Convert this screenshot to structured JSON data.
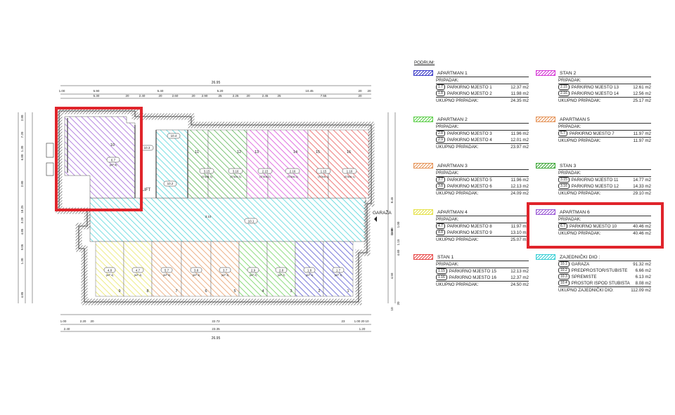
{
  "legend_title": "PODRUM:",
  "colors": {
    "apartman1": "#3b3bc8",
    "apartman2": "#5ecf4b",
    "apartman3": "#e6955a",
    "apartman4": "#e6e24a",
    "stan1": "#e84a4a",
    "stan2": "#d63bd6",
    "apartman5": "#e6955a",
    "stan3": "#3fa83a",
    "apartman6": "#9b5ad6",
    "zajednicki": "#3bd0d6",
    "highlight": "#e0242b"
  },
  "legend_left": [
    {
      "title": "APARTMAN 1",
      "color": "#3b3bc8",
      "label": "PRIPADAK:",
      "items": [
        {
          "tag": "1.7",
          "name": "PARKIRNO MJESTO 1",
          "area": "12.37 m2"
        },
        {
          "tag": "1.8",
          "name": "PARKIRNO MJESTO 2",
          "area": "11.98 m2"
        }
      ],
      "total_label": "UKUPNO PRIPADAK:",
      "total": "24.35 m2"
    },
    {
      "title": "APARTMAN 2",
      "color": "#5ecf4b",
      "label": "PRIPADAK:",
      "items": [
        {
          "tag": "2.8",
          "name": "PARKIRNO MJESTO 3",
          "area": "11.96 m2"
        },
        {
          "tag": "2.9",
          "name": "PARKIRNO MJESTO 4",
          "area": "12.01 m2"
        }
      ],
      "total_label": "UKUPNO PRIPADAK:",
      "total": "23.97 m2"
    },
    {
      "title": "APARTMAN 3",
      "color": "#e6955a",
      "label": "PRIPADAK:",
      "items": [
        {
          "tag": "3.7",
          "name": "PARKIRNO MJESTO 5",
          "area": "11.96 m2"
        },
        {
          "tag": "3.8",
          "name": "PARKIRNO MJESTO 6",
          "area": "12.13 m2"
        }
      ],
      "total_label": "UKUPNO PRIPADAK:",
      "total": "24.09 m2"
    },
    {
      "title": "APARTMAN 4",
      "color": "#e6e24a",
      "label": "PRIPADAK:",
      "items": [
        {
          "tag": "4.7",
          "name": "PARKIRNO MJESTO 8",
          "area": "11.97 m2"
        },
        {
          "tag": "4.8",
          "name": "PARKIRNO MJESTO 9",
          "area": "13.10 m2"
        }
      ],
      "total_label": "UKUPNO PRIPADAK:",
      "total": "25.07 m2"
    },
    {
      "title": "STAN 1",
      "color": "#e84a4a",
      "label": "PRIPADAK:",
      "items": [
        {
          "tag": "1.15",
          "name": "PARKIRNO MJESTO 15",
          "area": "12.13 m2"
        },
        {
          "tag": "1.16",
          "name": "PARKIRNO MJESTO 16",
          "area": "12.37 m2"
        }
      ],
      "total_label": "UKUPNO PRIPADAK:",
      "total": "24.50 m2"
    }
  ],
  "legend_right": [
    {
      "title": "STAN 2",
      "color": "#d63bd6",
      "label": "PRIPADAK:",
      "items": [
        {
          "tag": "2.15",
          "name": "PARKIRNO MJESTO 13",
          "area": "12.61 m2"
        },
        {
          "tag": "2.16",
          "name": "PARKIRNO MJESTO 14",
          "area": "12.56 m2"
        }
      ],
      "total_label": "UKUPNO PRIPADAK:",
      "total": "25.17 m2"
    },
    {
      "title": "APARTMAN 5",
      "color": "#e6955a",
      "label": "PRIPADAK:",
      "items": [
        {
          "tag": "5.7",
          "name": "PARKIRNO MJESTO 7",
          "area": "11.97 m2"
        }
      ],
      "total_label": "UKUPNO PRIPADAK:",
      "total": "11.97 m2"
    },
    {
      "title": "STAN 3",
      "color": "#3fa83a",
      "label": "PRIPADAK:",
      "items": [
        {
          "tag": "3.15",
          "name": "PARKIRNO MJESTO 11",
          "area": "14.77 m2"
        },
        {
          "tag": "3.16",
          "name": "PARKIRNO MJESTO 12",
          "area": "14.33 m2"
        }
      ],
      "total_label": "UKUPNO PRIPADAK:",
      "total": "29.10 m2"
    },
    {
      "title": "APARTMAN 6",
      "color": "#9b5ad6",
      "label": "PRIPADAK:",
      "items": [
        {
          "tag": "6.7",
          "name": "PARKIRNO MJESTO 10",
          "area": "40.46 m2"
        }
      ],
      "total_label": "UKUPNO PRIPADAK:",
      "total": "40.46 m2"
    },
    {
      "title": "ZAJEDNIČKI DIO :",
      "color": "#3bd0d6",
      "label": "",
      "items": [
        {
          "tag": "10.1",
          "name": "GARAZA",
          "area": "91.32 m2"
        },
        {
          "tag": "10.2",
          "name": "PREDPROSTOR/STUBISTE",
          "area": "6.66 m2"
        },
        {
          "tag": "10.3",
          "name": "SPREMISTE",
          "area": "6.13 m2"
        },
        {
          "tag": "10.4",
          "name": "PROSTOR ISPOD STUBISTA",
          "area": "8.08 m2"
        }
      ],
      "total_label": "UKUPNO ZAJEDNIČKI DIO:",
      "total": "112.09 m2"
    }
  ],
  "plan": {
    "top_total_dim": "26.95",
    "top_dims": [
      "1.00",
      "5.90",
      "5.40",
      "5.20",
      "10.45",
      "20",
      "20"
    ],
    "top_dims_2": [
      "5.30",
      "20",
      "2.40",
      "20",
      "2.60",
      "20",
      "2.90",
      "25",
      "2.25",
      "20",
      "2.45",
      "25",
      "7.55",
      "20"
    ],
    "bottom_dims_1": [
      "1.00",
      "2.20",
      "20",
      "22.72",
      "23",
      "1.00",
      "20",
      "10"
    ],
    "bottom_dims_2": [
      "2.40",
      "23.35",
      "1.20"
    ],
    "bottom_total_dim": "26.95",
    "left_dims": [
      "2.80",
      "7.20",
      "1.30",
      "6.80",
      "2.80",
      "18.25",
      "3.20",
      "4.85",
      "9.05",
      "1.30",
      "4.85"
    ],
    "right_dims": [
      "8.45",
      "1.00",
      "1.00",
      "1.15",
      "10.60",
      "4.60",
      "4.50",
      "20",
      "10"
    ],
    "garage_label": "GARAŽA",
    "lift_label": "LIFT",
    "top_row_numbers": [
      "11",
      "12",
      "13",
      "14",
      "15",
      "16"
    ],
    "top_row_tags": [
      [
        "3.15",
        "(STAN 3)"
      ],
      [
        "3.16",
        "(STAN 3)"
      ],
      [
        "2.15",
        "(STAN 2)"
      ],
      [
        "2.16",
        "(STAN 2)"
      ],
      [
        "1.15",
        "(STAN 1)"
      ],
      [
        "1.16",
        "(STAN 1)"
      ]
    ],
    "bottom_row_numbers": [
      "9",
      "8",
      "7",
      "6",
      "5",
      "4",
      "3",
      "2",
      "1"
    ],
    "bottom_row_tags": [
      [
        "4.8",
        "(AP 4)"
      ],
      [
        "4.7",
        "(AP 4)"
      ],
      [
        "5.7",
        "(AP 5)"
      ],
      [
        "3.8",
        "(AP 3)"
      ],
      [
        "3.7",
        "(AP 3)"
      ],
      [
        "2.9",
        "(AP 2)"
      ],
      [
        "2.8",
        "(AP 2)"
      ],
      [
        "1.8",
        "(AP 1)"
      ],
      [
        "1.7",
        "(AP 1)"
      ]
    ],
    "apt6_number": "10",
    "apt6_tag": [
      "6.7",
      "(AP 6)"
    ],
    "stair_tags": [
      "10.4",
      "10.3",
      "10.2"
    ],
    "garage_tag": "10.1",
    "garage_slope": "3.10"
  }
}
